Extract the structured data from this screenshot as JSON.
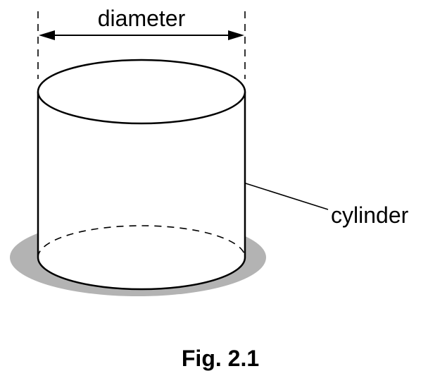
{
  "labels": {
    "diameter": "diameter",
    "cylinder": "cylinder"
  },
  "caption": "Fig. 2.1",
  "colors": {
    "line": "#000000",
    "shadow": "#b3b3b3",
    "background": "#ffffff"
  }
}
